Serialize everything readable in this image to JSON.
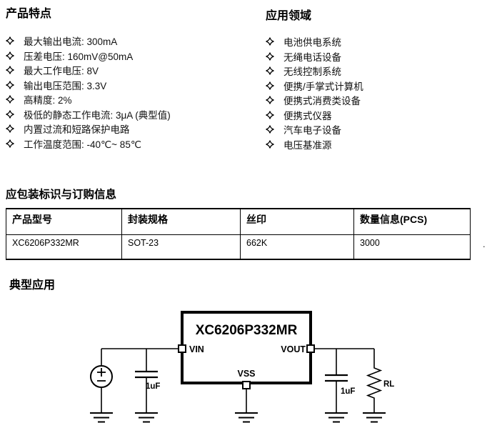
{
  "features": {
    "title": "产品特点",
    "bullet_icon": "four-pointed-star-icon",
    "items": [
      "最大输出电流: 300mA",
      "压差电压: 160mV@50mA",
      "最大工作电压: 8V",
      "输出电压范围: 3.3V",
      "高精度: 2%",
      "极低的静态工作电流: 3μA (典型值)",
      "内置过流和短路保护电路",
      "工作温度范围: -40℃~ 85℃"
    ]
  },
  "applications": {
    "title": "应用领域",
    "items": [
      "电池供电系统",
      "无绳电话设备",
      "无线控制系统",
      "便携/手掌式计算机",
      "便携式消费类设备",
      "便携式仪器",
      "汽车电子设备",
      "电压基准源"
    ]
  },
  "ordering": {
    "title": "应包装标识与订购信息",
    "stray_mark": ".",
    "table": {
      "headers": [
        "产品型号",
        "封装规格",
        "丝印",
        "数量信息(PCS)"
      ],
      "rows": [
        [
          "XC6206P332MR",
          "SOT-23",
          "662K",
          "3000"
        ]
      ]
    }
  },
  "typical_application": {
    "title": "典型应用",
    "circuit": {
      "chip_title": "XC6206P332MR",
      "pin_vin": "VIN",
      "pin_vout": "VOUT",
      "pin_vss": "VSS",
      "input_cap_label": "1uF",
      "output_cap_label": "1uF",
      "load_resistor_label": "RL",
      "ink_color": "#000000"
    }
  }
}
